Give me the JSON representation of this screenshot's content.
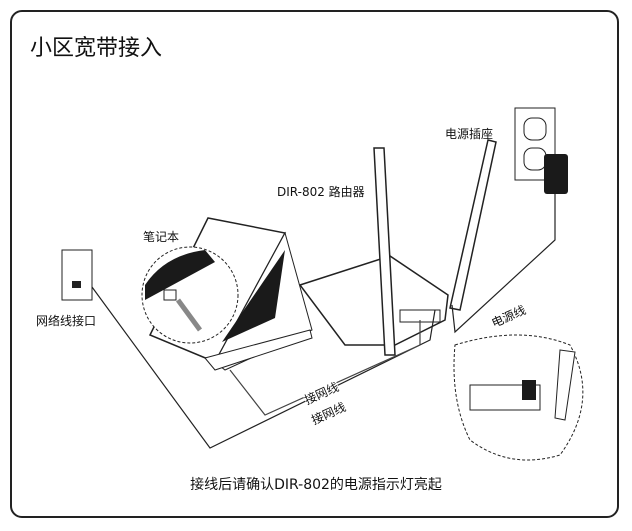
{
  "title": "小区宽带接入",
  "labels": {
    "power_outlet": "电源插座",
    "router": "DIR-802 路由器",
    "laptop": "笔记本",
    "wall_port": "网络线接口",
    "power_cable": "电源线",
    "ethernet_cable_1": "接网线",
    "ethernet_cable_2": "接网线"
  },
  "caption": "接线后请确认DIR-802的电源指示灯亮起",
  "colors": {
    "stroke": "#222222",
    "fill_dark": "#1a1a1a"
  }
}
